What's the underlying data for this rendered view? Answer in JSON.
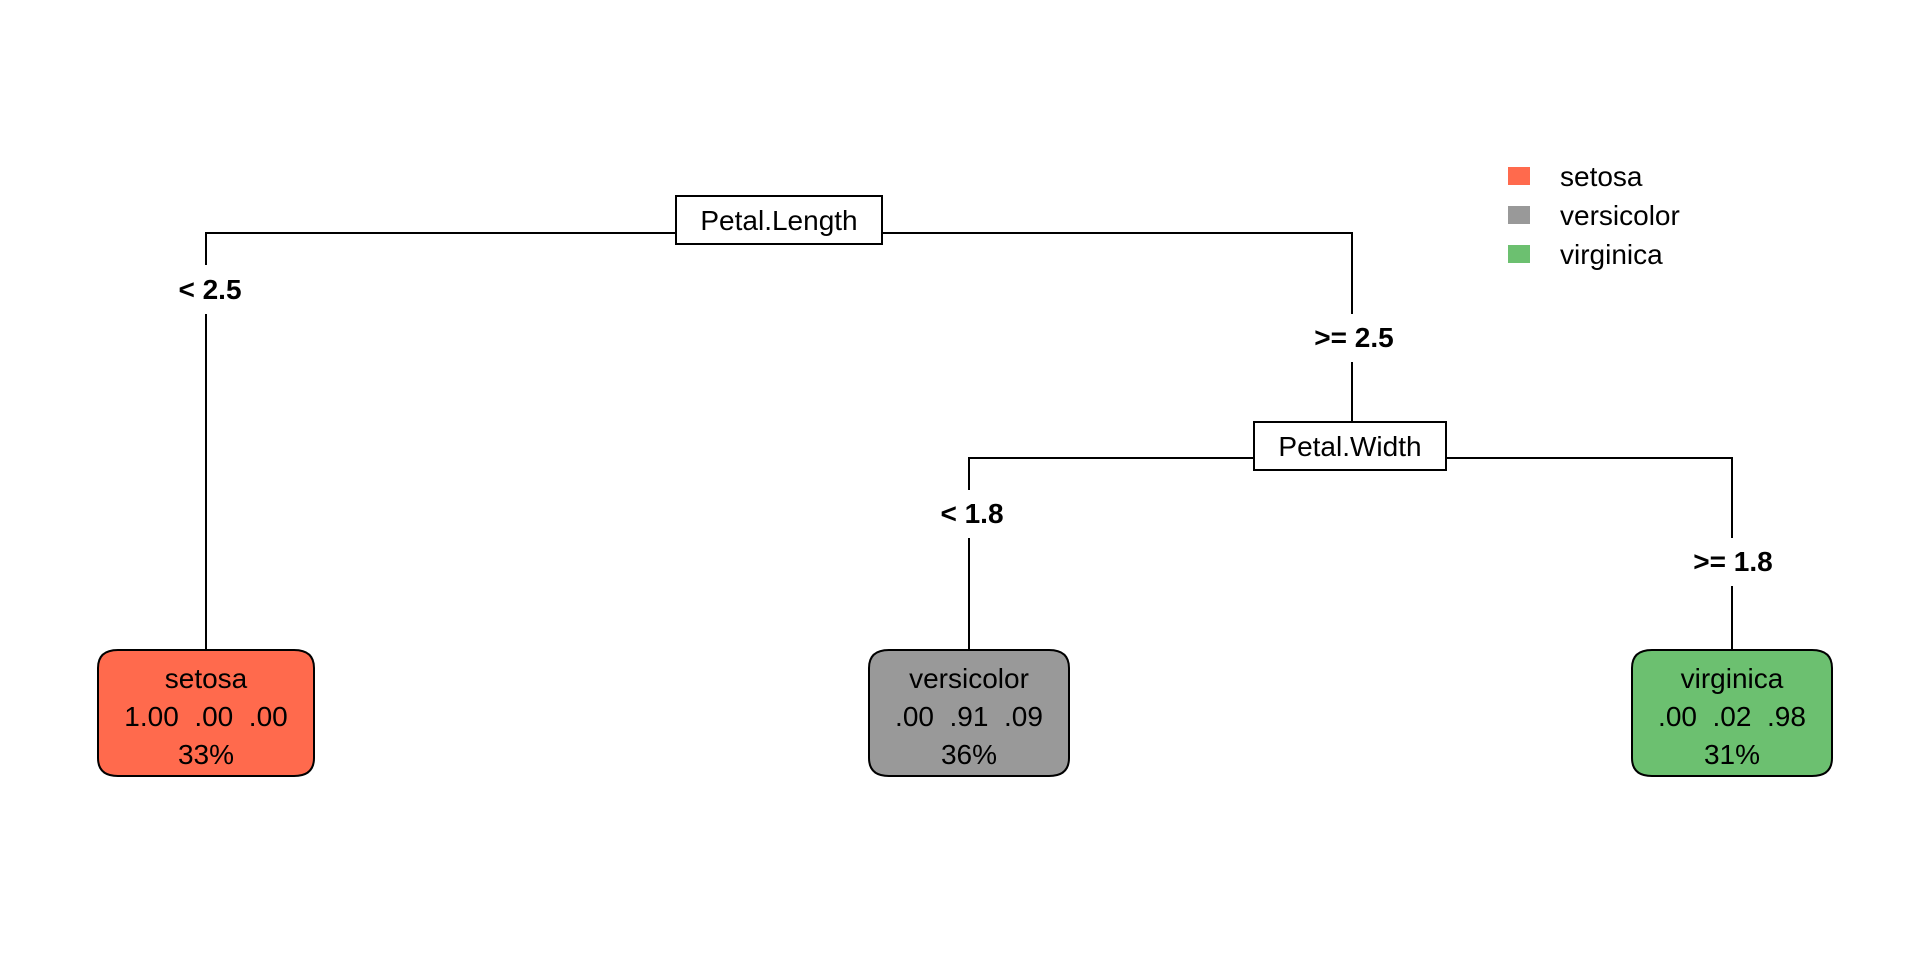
{
  "legend": [
    {
      "label": "setosa",
      "color": "#FF6A4D"
    },
    {
      "label": "versicolor",
      "color": "#999999"
    },
    {
      "label": "virginica",
      "color": "#6CC070"
    }
  ],
  "splits": {
    "root": {
      "label": "Petal.Length",
      "left_rule": "< 2.5",
      "right_rule": ">= 2.5"
    },
    "second": {
      "label": "Petal.Width",
      "left_rule": "< 1.8",
      "right_rule": ">= 1.8"
    }
  },
  "leaves": {
    "setosa": {
      "class": "setosa",
      "probs": "1.00  .00  .00",
      "pct": "33%",
      "color": "#FF6A4D"
    },
    "versicolor": {
      "class": "versicolor",
      "probs": ".00  .91  .09",
      "pct": "36%",
      "color": "#999999"
    },
    "virginica": {
      "class": "virginica",
      "probs": ".00  .02  .98",
      "pct": "31%",
      "color": "#6CC070"
    }
  }
}
